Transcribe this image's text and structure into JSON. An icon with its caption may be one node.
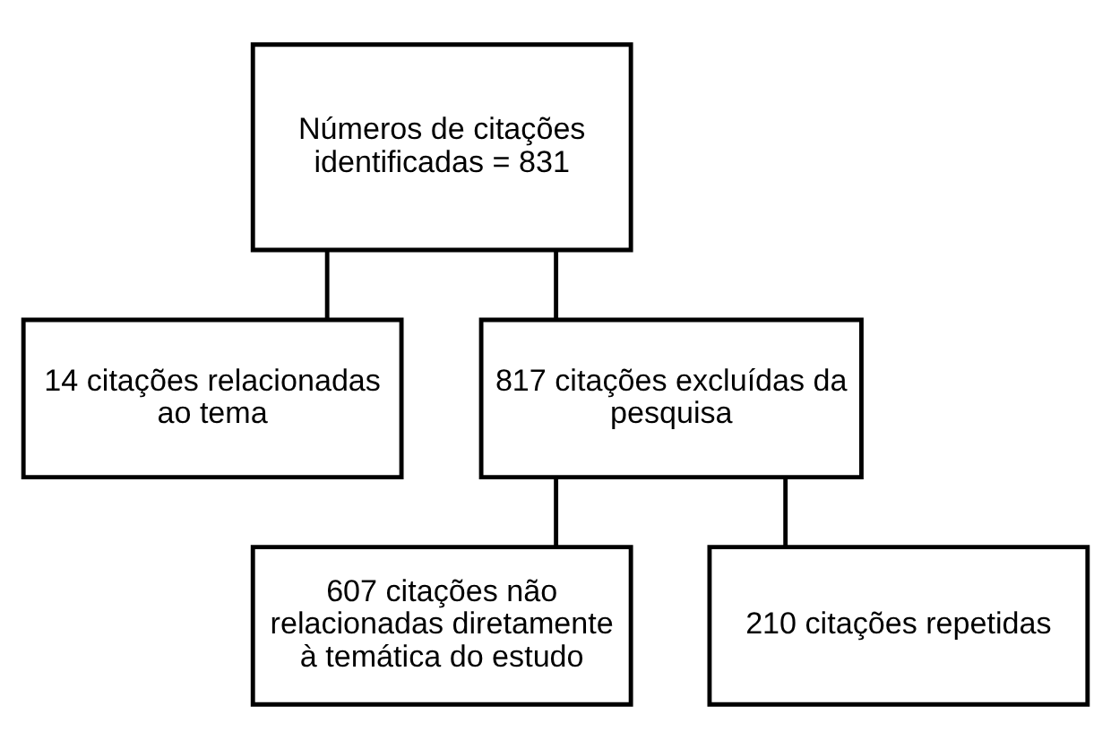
{
  "diagram": {
    "nodes": [
      {
        "text": [
          "Números de citações identificadas = 831"
        ]
      },
      {
        "text": [
          "14 citações relacionadas ao tema"
        ]
      },
      {
        "text": [
          "817 citações excluídas da pesquisa"
        ]
      },
      {
        "text": [
          "607 citações não relacionadas diretamente à temática do estudo"
        ]
      },
      {
        "text": [
          "210 citações repetidas"
        ]
      }
    ],
    "edges": [
      {
        "from": 0,
        "to": 1,
        "arrow": "none"
      },
      {
        "from": 0,
        "to": 2,
        "arrow": "none"
      },
      {
        "from": 2,
        "to": 3,
        "arrow": "none"
      },
      {
        "from": 2,
        "to": 4,
        "arrow": "none"
      }
    ]
  }
}
